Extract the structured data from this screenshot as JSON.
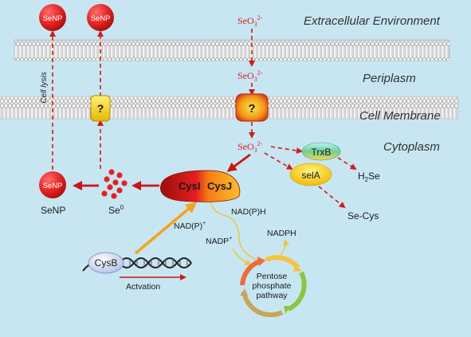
{
  "regions": {
    "extracellular": "Extracellular Environment",
    "periplasm": "Periplasm",
    "membrane": "Cell Membrane",
    "cytoplasm": "Cytoplasm"
  },
  "molecules": {
    "selenite_base": "SeO",
    "selenite_sub": "3",
    "selenite_sup": "2-",
    "senp": "SeNP",
    "se0_base": "Se",
    "se0_sup": "0",
    "h2se_pre": "H",
    "h2se_sub": "2",
    "h2se_post": "Se",
    "secys": "Se-Cys"
  },
  "enzymes": {
    "trxb": "TrxB",
    "sela": "selA",
    "cysi": "CysI",
    "cysj": "CysJ",
    "cysb": "CysB"
  },
  "cofactors": {
    "nadph_enzyme": "NAD(P)H",
    "nadp_plus_base": "NAD(P)",
    "nadp_base": "NADP",
    "plus_sup": "+",
    "nadph": "NADPH"
  },
  "labels": {
    "cell_lysis": "Cell lysis",
    "activation": "Actvation",
    "unknown_transporter": "?",
    "ppp_line1": "Pentose",
    "ppp_line2": "phosphate",
    "ppp_line3": "pathway"
  },
  "colors": {
    "background": "#c7e6f2",
    "arrow_red": "#d11a1a",
    "nanoparticle": "#e32222",
    "activation_arrow": "#f6a21e",
    "cofactor_line": "#f2c23a"
  }
}
